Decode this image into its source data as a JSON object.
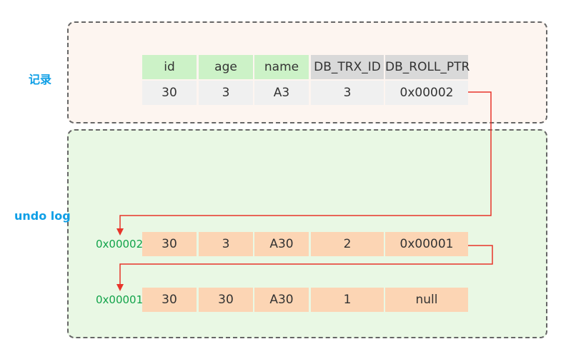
{
  "labels": {
    "record": "记录",
    "undo_log": "undo log"
  },
  "record_table": {
    "headers": [
      "id",
      "age",
      "name",
      "DB_TRX_ID",
      "DB_ROLL_PTR"
    ],
    "row": [
      "30",
      "3",
      "A3",
      "3",
      "0x00002"
    ]
  },
  "undo_rows": [
    {
      "address": "0x00002",
      "cells": [
        "30",
        "3",
        "A30",
        "2",
        "0x00001"
      ]
    },
    {
      "address": "0x00001",
      "cells": [
        "30",
        "30",
        "A30",
        "1",
        "null"
      ]
    }
  ],
  "colors": {
    "header_user": "#ccf2c7",
    "header_hidden": "#d9d9d9",
    "record_row": "#f0f0f0",
    "undo_row": "#fcd5b4",
    "pointer_line": "#e8342a",
    "address_text": "#12a34a",
    "label_text": "#0f9fe6"
  }
}
